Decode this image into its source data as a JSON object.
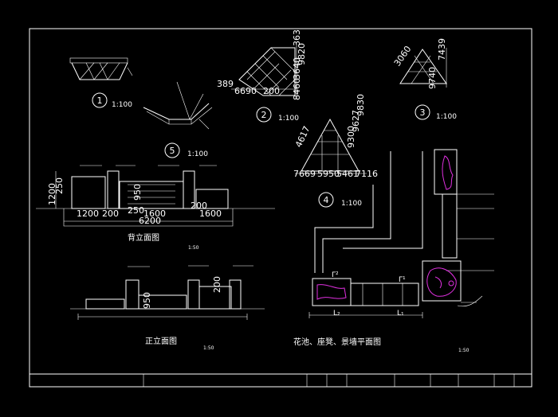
{
  "views": {
    "v1": {
      "badge": "1",
      "scale": "1:100"
    },
    "v2": {
      "badge": "2",
      "scale": "1:100",
      "dims": [
        "389",
        "6690",
        "200",
        "363",
        "8460",
        "3640",
        "9820"
      ]
    },
    "v3": {
      "badge": "3",
      "scale": "1:100",
      "dims": [
        "3060",
        "9740",
        "7439"
      ]
    },
    "v4": {
      "badge": "4",
      "scale": "1:100",
      "dims": [
        "4617",
        "7669",
        "5950",
        "5461",
        "7116",
        "9300",
        "9627",
        "9830"
      ]
    },
    "v5": {
      "badge": "5",
      "scale": "1:100"
    }
  },
  "back_elevation": {
    "title": "背立面图",
    "scale": "1:50",
    "dims": [
      "1200",
      "250",
      "950",
      "1200",
      "200",
      "250",
      "1600",
      "200",
      "1600",
      "6200"
    ]
  },
  "front_elevation": {
    "title": "正立面图",
    "scale": "1:50",
    "dims": [
      "950",
      "200"
    ]
  },
  "plan": {
    "title": "花池、座凳、景墙平面图",
    "scale": "1:50",
    "marks": [
      "Γ²",
      "Γ¹",
      "L₂",
      "L₁"
    ]
  },
  "colors": {
    "background": "#000000",
    "lines": "#ffffff",
    "planting": "#e030e0"
  }
}
